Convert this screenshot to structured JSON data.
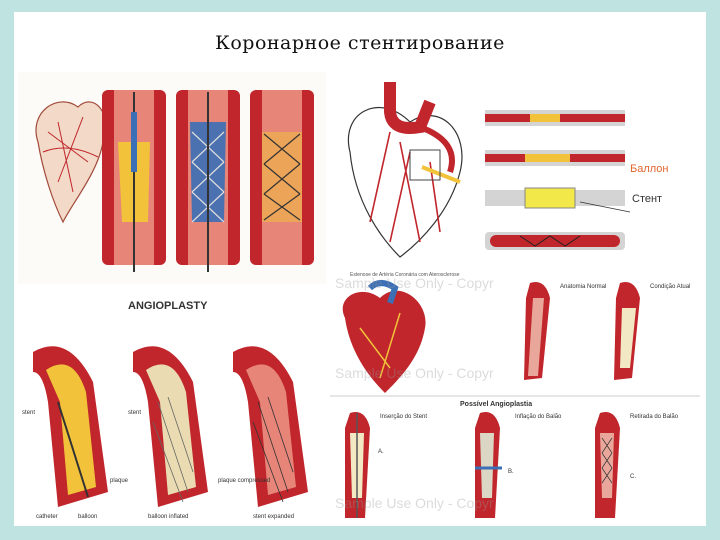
{
  "slide": {
    "title": "Коронарное стентирование"
  },
  "top_right_panel": {
    "label_balloon": "Баллон",
    "label_stent": "Стент"
  },
  "bottom_left_panel": {
    "heading": "ANGIOPLASTY",
    "labels": [
      "stent",
      "catheter",
      "balloon",
      "plaque",
      "stent",
      "balloon inflated",
      "plaque compressed",
      "stent expanded"
    ]
  },
  "bottom_right_panel": {
    "top_caption": "Estenose de Artéria Coronária com Aterosclerose",
    "labels": [
      "Anatomia Normal",
      "Condição Atual",
      "Possível Angioplastia",
      "Inserção do Stent",
      "Inflação do Balão",
      "Retirada do Balão"
    ],
    "letters": [
      "A.",
      "B.",
      "C."
    ],
    "watermark": "Sample Use Only - Copyr"
  },
  "colors": {
    "frame": "#bfe3e1",
    "artery_red": "#c0262b",
    "plaque_yellow": "#f2c33a",
    "stent_blue": "#3b6fb6"
  }
}
